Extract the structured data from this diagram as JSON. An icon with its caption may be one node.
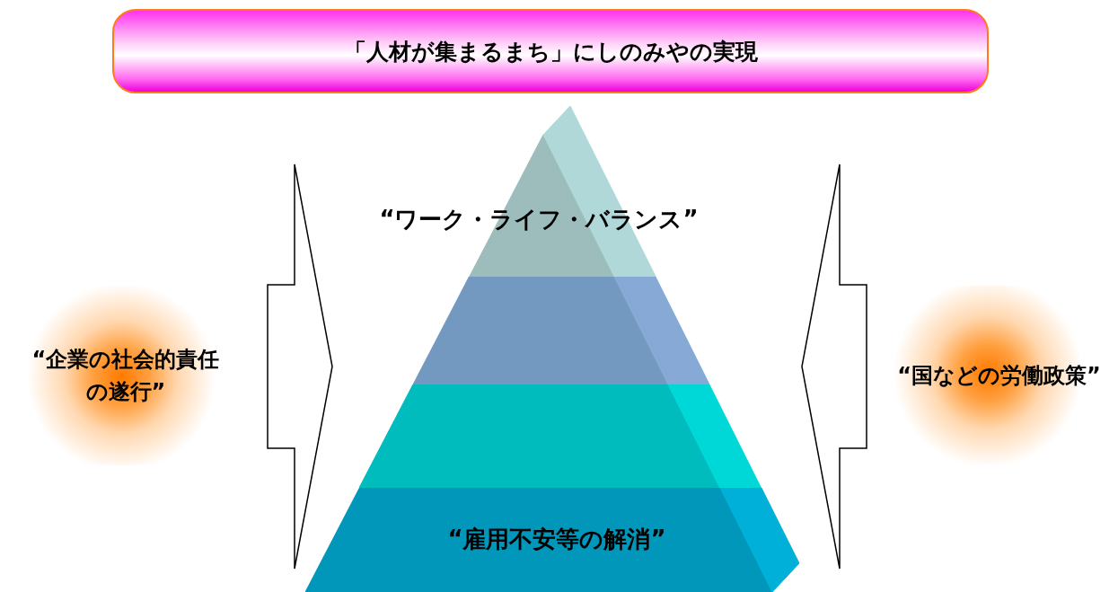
{
  "diagram": {
    "title": "「人材が集まるまち」にしのみやの実現",
    "nodes": [
      {
        "text": [
          "“ワーク・ライフ・バランス”"
        ]
      },
      {
        "text": [],
        "shape": "trapezoid"
      },
      {
        "text": [],
        "shape": "trapezoid"
      },
      {
        "text": [
          "“雇用不安等の解消”"
        ]
      },
      {
        "text": [
          "“企業の社会的責任の遂行”"
        ]
      },
      {
        "text": [
          "“国などの労働政策”"
        ]
      }
    ],
    "edges": [
      {
        "from": 4,
        "to": 1,
        "arrow": "to"
      },
      {
        "from": 5,
        "to": 1,
        "arrow": "to"
      }
    ]
  }
}
